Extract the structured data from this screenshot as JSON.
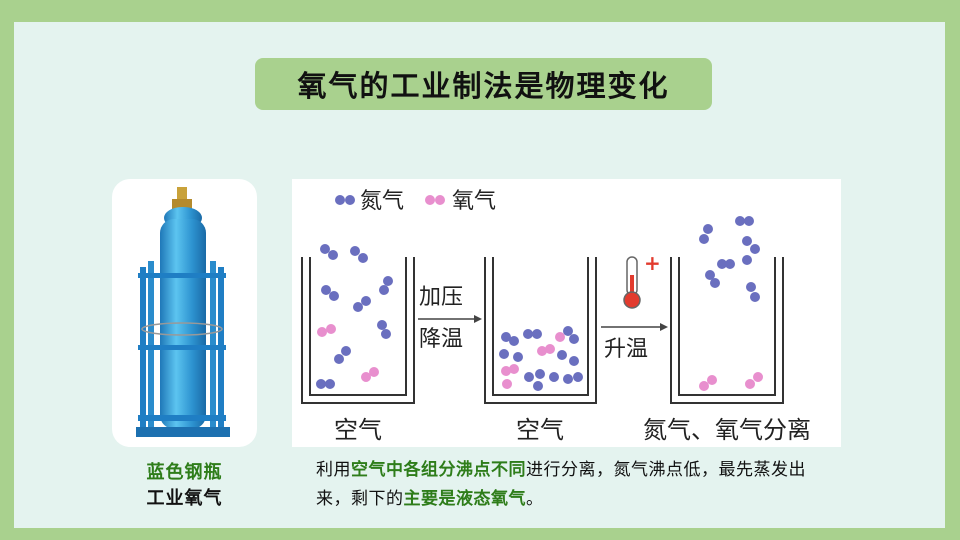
{
  "title": "氧气的工业制法是物理变化",
  "photo": {
    "caption_line1": "蓝色钢瓶",
    "caption_line2": "工业氧气"
  },
  "diagram": {
    "legend": {
      "nitrogen": "氮气",
      "oxygen": "氧气"
    },
    "step1_label": "加压",
    "step2_label": "降温",
    "step3_label": "升温",
    "container1_label": "空气",
    "container2_label": "空气",
    "container3_label": "氮气、氧气分离",
    "thermometer_symbol": "+"
  },
  "description": {
    "part1": "利用",
    "highlight1": "空气中各组分沸点不同",
    "part2": "进行分离，氮气沸点低，最先蒸发出来，剩下的",
    "highlight2": "主要是液态氧气",
    "part3": "。"
  },
  "colors": {
    "background": "#a9d18e",
    "slide": "#e4f3ef",
    "title_box": "#a9d18e",
    "highlight": "#2e7d1a",
    "nitrogen": "#6a6fbf",
    "oxygen": "#e88fce",
    "cylinder": "#3aa0d8"
  }
}
